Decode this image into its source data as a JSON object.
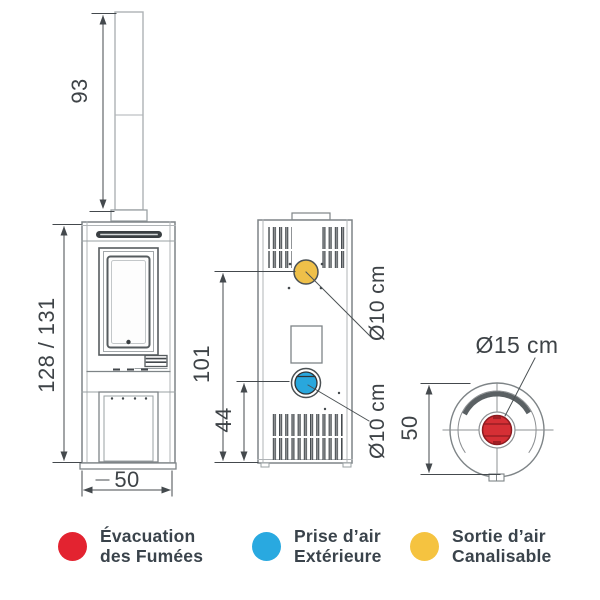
{
  "diagram": {
    "front_view": {
      "pipe_height": "93",
      "body_height": "128 / 131",
      "width": "50"
    },
    "rear_view": {
      "duct_outlet_height": "101",
      "air_intake_height": "44",
      "duct_outlet_diameter": "Ø10 cm",
      "air_intake_diameter": "Ø10 cm"
    },
    "top_view": {
      "flue_diameter": "Ø15 cm",
      "depth": "50"
    }
  },
  "legend": {
    "items": [
      {
        "name": "flue-evacuation",
        "color": "#e32330",
        "line1": "Évacuation",
        "line2": "des Fumées"
      },
      {
        "name": "external-air-intake",
        "color": "#29a9e0",
        "line1": "Prise d’air",
        "line2": "Extérieure"
      },
      {
        "name": "ductable-air-outlet",
        "color": "#f5c340",
        "line1": "Sortie d’air",
        "line2": "Canalisable"
      }
    ]
  },
  "colors": {
    "red": "#e32330",
    "blue": "#29a9e0",
    "yellow": "#f5c340",
    "port_yellow": "#efc049",
    "port_blue": "#29a7dd",
    "flue_red": "#d62f35",
    "dark": "#44494d"
  }
}
